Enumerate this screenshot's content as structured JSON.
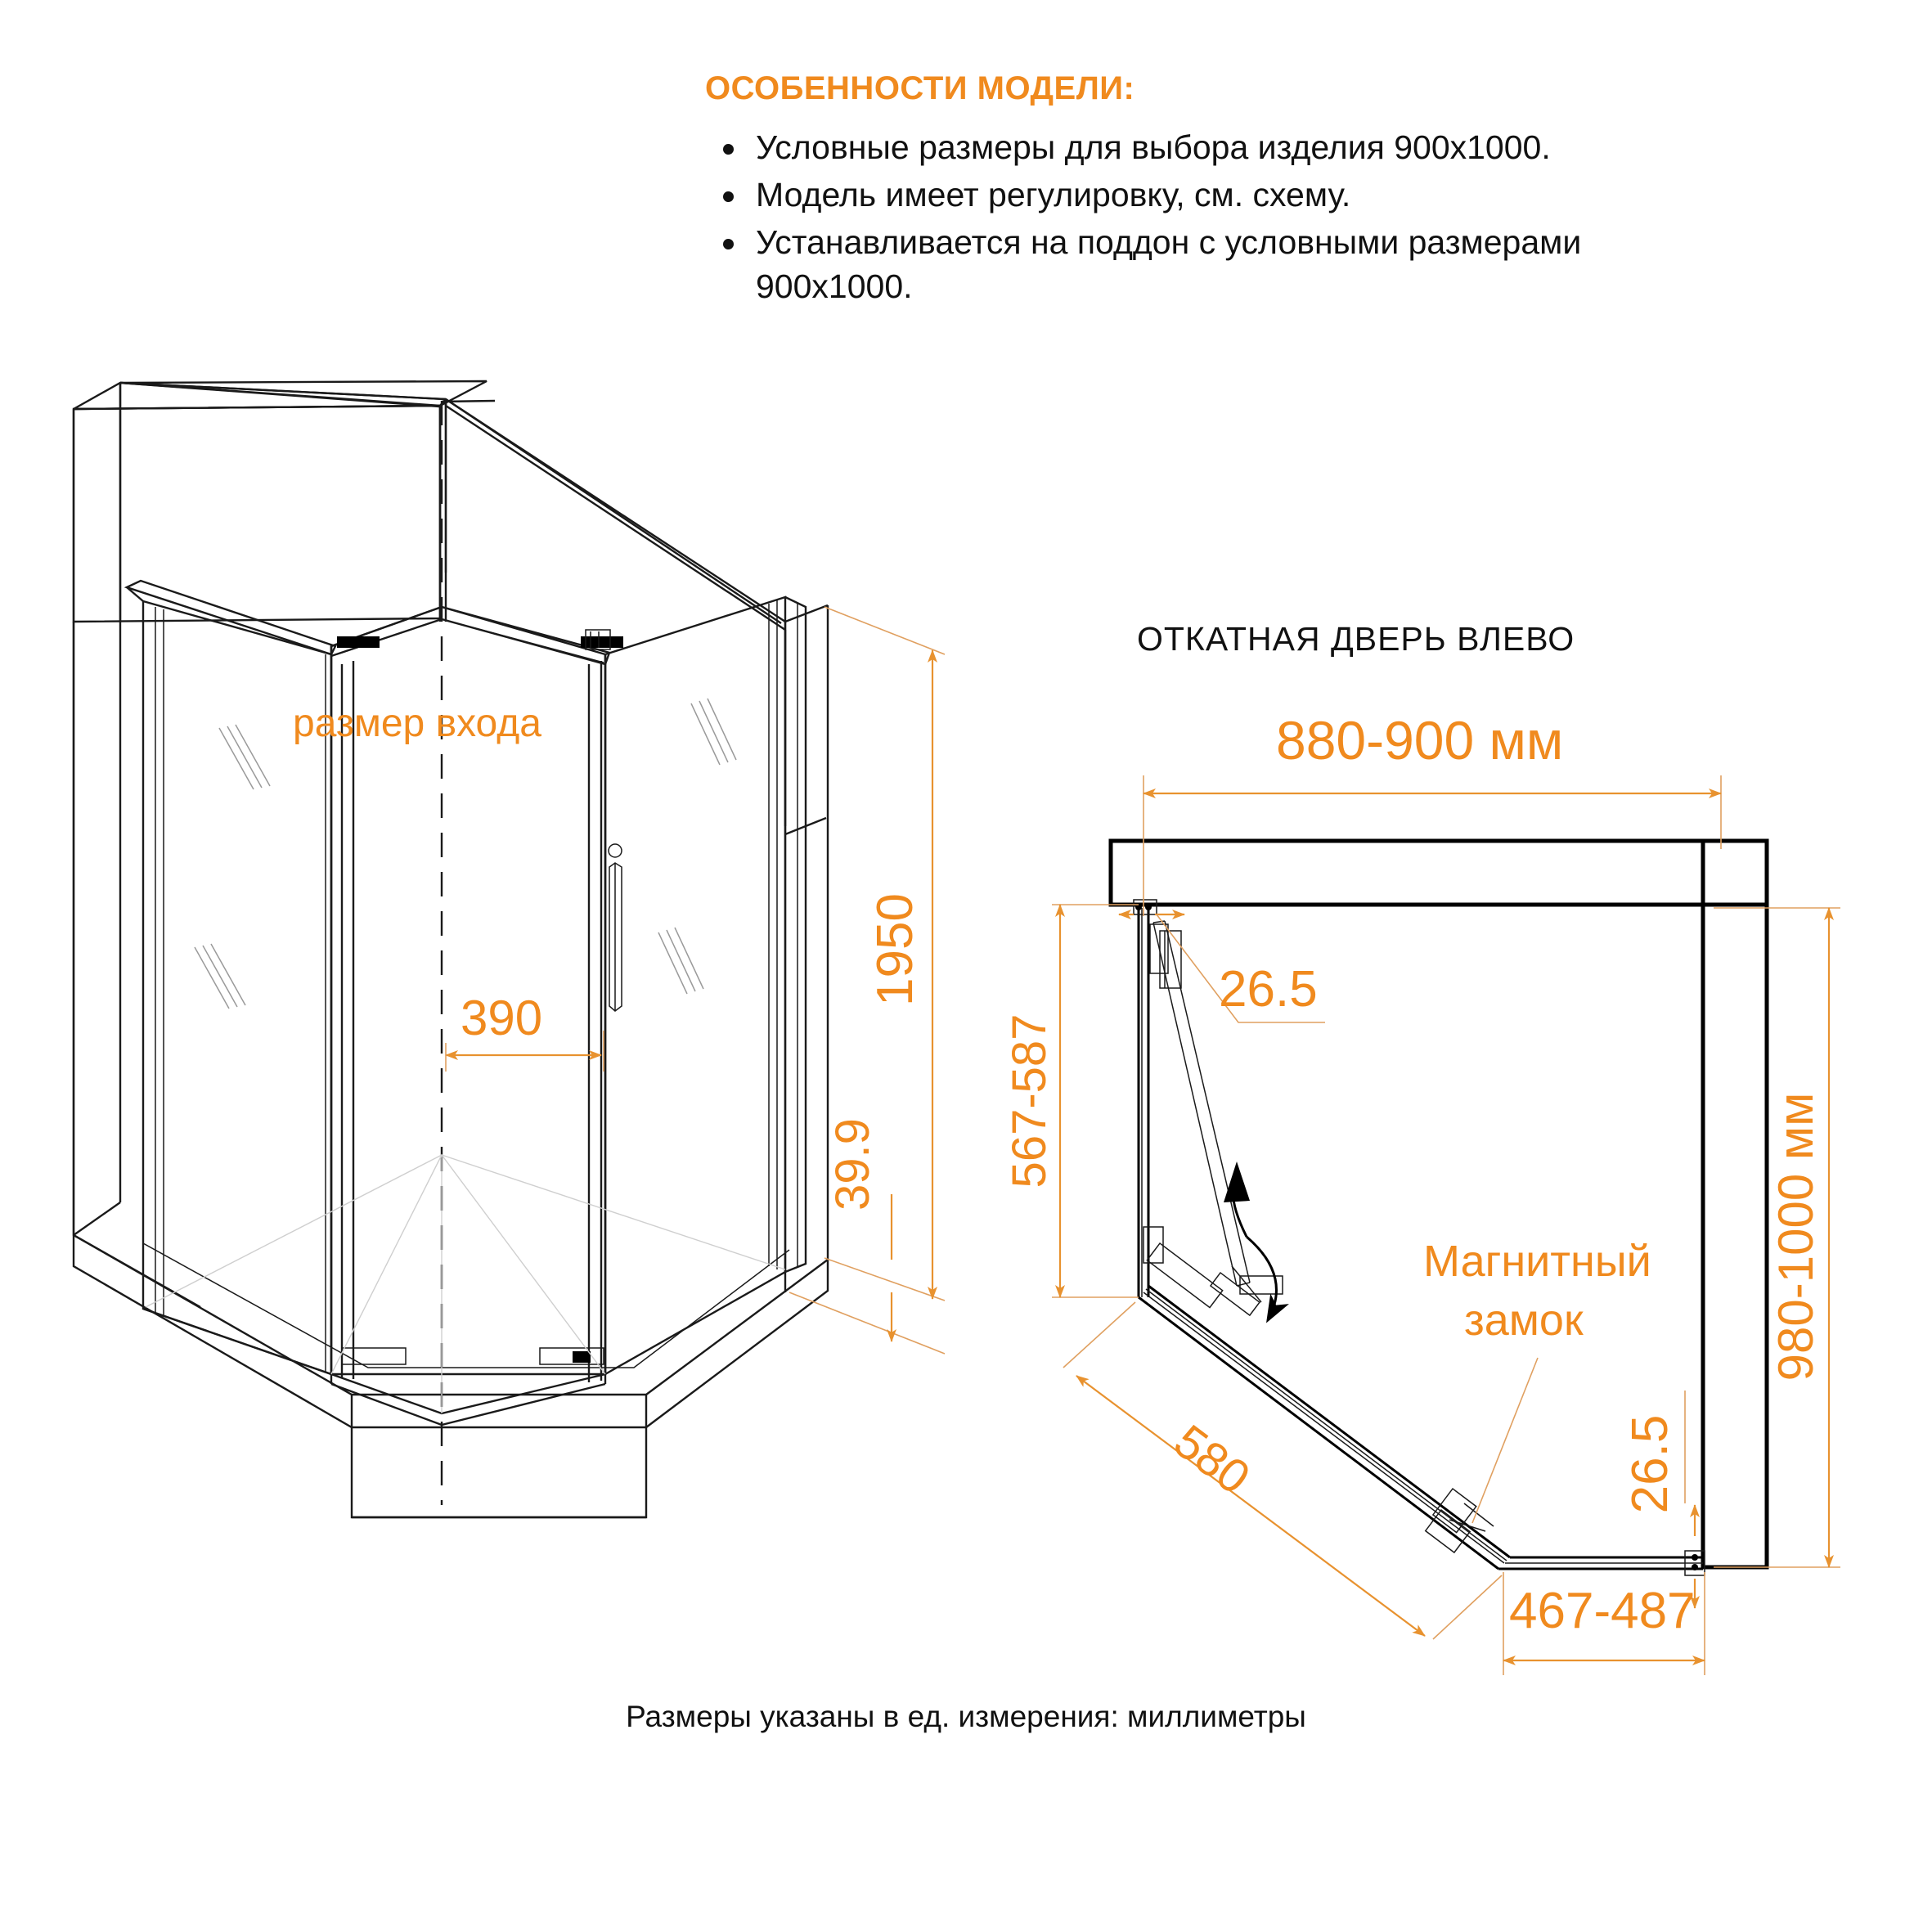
{
  "features": {
    "title": "ОСОБЕННОСТИ МОДЕЛИ:",
    "items": [
      "Условные размеры для выбора изделия 900x1000.",
      "Модель имеет регулировку, см. схему.",
      "Устанавливается на поддон с условными размерами 900x1000."
    ]
  },
  "caption": "Размеры указаны в ед. измерения: миллиметры",
  "colors": {
    "accent": "#F08A1E",
    "dimension": "#E8922F",
    "outline": "#1a1a1a",
    "glass": "#9a9a9a"
  },
  "iso_view": {
    "entrance_label": "размер входа",
    "entrance_width": "390",
    "height": "1950",
    "tray_height": "39.9"
  },
  "plan_view": {
    "title": "ОТКАТНАЯ ДВЕРЬ ВЛЕВО",
    "width_label": "880-900 мм",
    "height_label": "980-1000 мм",
    "magnet_lock_label": "Магнитный\nзамок",
    "magnet_lock_line1": "Магнитный",
    "magnet_lock_line2": "замок",
    "left_depth": "567-587",
    "diagonal": "580",
    "bottom_width": "467-487",
    "gap_top": "26.5",
    "gap_bottom": "26.5"
  }
}
